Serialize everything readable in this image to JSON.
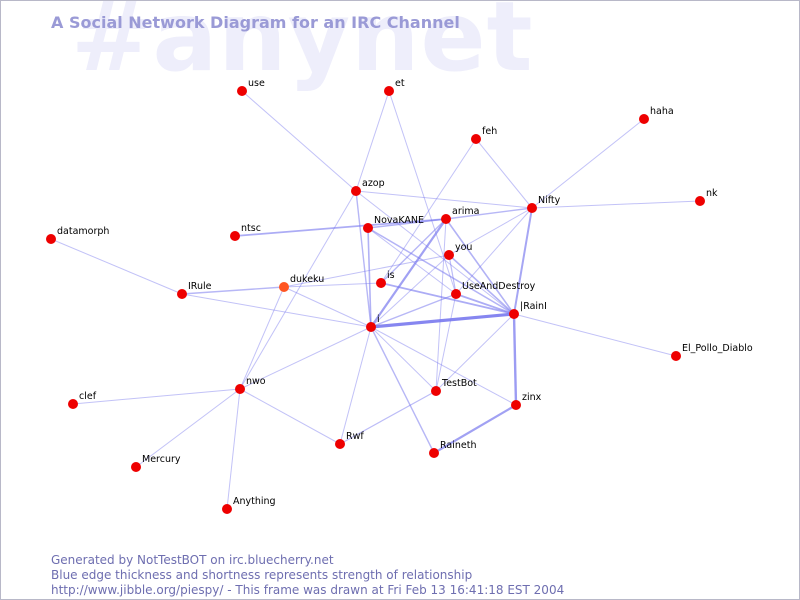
{
  "watermark": "#anynet",
  "title": "A Social Network Diagram for an IRC Channel",
  "footer": {
    "line1": "Generated by NotTestBOT on irc.bluecherry.net",
    "line2": "Blue edge thickness and shortness represents strength of relationship",
    "line3": "http://www.jibble.org/piespy/ - This frame was drawn at Fri Feb 13 16:41:18 EST 2004"
  },
  "colors": {
    "node": "#ee0000",
    "node_highlight": "#ff5522",
    "edge": "#7777ee",
    "title": "#9a9ad6",
    "footer": "#6e6eb0"
  },
  "graph": {
    "nodes": [
      {
        "id": "use",
        "label": "use"
      },
      {
        "id": "et",
        "label": "et"
      },
      {
        "id": "haha",
        "label": "haha"
      },
      {
        "id": "feh",
        "label": "feh"
      },
      {
        "id": "nk",
        "label": "nk"
      },
      {
        "id": "azop",
        "label": "azop"
      },
      {
        "id": "Nifty",
        "label": "Nifty"
      },
      {
        "id": "NovaKANE",
        "label": "NovaKANE"
      },
      {
        "id": "arima",
        "label": "arima"
      },
      {
        "id": "datamorph",
        "label": "datamorph"
      },
      {
        "id": "ntsc",
        "label": "ntsc"
      },
      {
        "id": "you",
        "label": "you"
      },
      {
        "id": "IRule",
        "label": "IRule"
      },
      {
        "id": "dukeku",
        "label": "dukeku",
        "highlight": true
      },
      {
        "id": "is",
        "label": "is"
      },
      {
        "id": "UseAndDestroy",
        "label": "UseAndDestroy"
      },
      {
        "id": "IRainI",
        "label": "|RainI"
      },
      {
        "id": "i",
        "label": "i"
      },
      {
        "id": "El_Pollo_Diablo",
        "label": "El_Pollo_Diablo"
      },
      {
        "id": "nwo",
        "label": "nwo"
      },
      {
        "id": "clef",
        "label": "clef"
      },
      {
        "id": "TestBot",
        "label": "TestBot"
      },
      {
        "id": "zinx",
        "label": "zinx"
      },
      {
        "id": "Rwf",
        "label": "Rwf"
      },
      {
        "id": "Raineth",
        "label": "Raineth"
      },
      {
        "id": "Mercury",
        "label": "Mercury"
      },
      {
        "id": "Anything",
        "label": "Anything"
      }
    ],
    "edges": [
      {
        "source": "use",
        "target": "azop",
        "weight": 1
      },
      {
        "source": "et",
        "target": "azop",
        "weight": 1
      },
      {
        "source": "et",
        "target": "UseAndDestroy",
        "weight": 1
      },
      {
        "source": "haha",
        "target": "Nifty",
        "weight": 1
      },
      {
        "source": "feh",
        "target": "Nifty",
        "weight": 1
      },
      {
        "source": "feh",
        "target": "is",
        "weight": 1
      },
      {
        "source": "nk",
        "target": "Nifty",
        "weight": 1
      },
      {
        "source": "azop",
        "target": "Nifty",
        "weight": 1
      },
      {
        "source": "azop",
        "target": "i",
        "weight": 1.4
      },
      {
        "source": "azop",
        "target": "nwo",
        "weight": 1
      },
      {
        "source": "azop",
        "target": "IRainI",
        "weight": 1
      },
      {
        "source": "NovaKANE",
        "target": "arima",
        "weight": 1.5
      },
      {
        "source": "NovaKANE",
        "target": "i",
        "weight": 1.6
      },
      {
        "source": "NovaKANE",
        "target": "IRainI",
        "weight": 1.5
      },
      {
        "source": "NovaKANE",
        "target": "UseAndDestroy",
        "weight": 1
      },
      {
        "source": "ntsc",
        "target": "arima",
        "weight": 1.8
      },
      {
        "source": "arima",
        "target": "Nifty",
        "weight": 1.4
      },
      {
        "source": "arima",
        "target": "i",
        "weight": 2.2
      },
      {
        "source": "arima",
        "target": "is",
        "weight": 1.4
      },
      {
        "source": "arima",
        "target": "IRainI",
        "weight": 1.6
      },
      {
        "source": "arima",
        "target": "TestBot",
        "weight": 1
      },
      {
        "source": "Nifty",
        "target": "IRainI",
        "weight": 2
      },
      {
        "source": "Nifty",
        "target": "you",
        "weight": 1
      },
      {
        "source": "Nifty",
        "target": "UseAndDestroy",
        "weight": 1
      },
      {
        "source": "datamorph",
        "target": "IRule",
        "weight": 1
      },
      {
        "source": "IRule",
        "target": "dukeku",
        "weight": 1.4
      },
      {
        "source": "IRule",
        "target": "i",
        "weight": 1
      },
      {
        "source": "dukeku",
        "target": "is",
        "weight": 1
      },
      {
        "source": "dukeku",
        "target": "you",
        "weight": 1
      },
      {
        "source": "dukeku",
        "target": "nwo",
        "weight": 1
      },
      {
        "source": "dukeku",
        "target": "i",
        "weight": 1
      },
      {
        "source": "you",
        "target": "UseAndDestroy",
        "weight": 1.2
      },
      {
        "source": "you",
        "target": "IRainI",
        "weight": 1.6
      },
      {
        "source": "you",
        "target": "i",
        "weight": 1
      },
      {
        "source": "is",
        "target": "IRainI",
        "weight": 1.8
      },
      {
        "source": "UseAndDestroy",
        "target": "IRainI",
        "weight": 1.8
      },
      {
        "source": "UseAndDestroy",
        "target": "TestBot",
        "weight": 1
      },
      {
        "source": "i",
        "target": "IRainI",
        "weight": 3.2
      },
      {
        "source": "i",
        "target": "UseAndDestroy",
        "weight": 1.4
      },
      {
        "source": "i",
        "target": "TestBot",
        "weight": 1
      },
      {
        "source": "i",
        "target": "Raineth",
        "weight": 1.4
      },
      {
        "source": "i",
        "target": "Rwf",
        "weight": 1
      },
      {
        "source": "i",
        "target": "nwo",
        "weight": 1
      },
      {
        "source": "i",
        "target": "zinx",
        "weight": 1
      },
      {
        "source": "IRainI",
        "target": "El_Pollo_Diablo",
        "weight": 1
      },
      {
        "source": "IRainI",
        "target": "zinx",
        "weight": 2.4
      },
      {
        "source": "IRainI",
        "target": "TestBot",
        "weight": 1
      },
      {
        "source": "zinx",
        "target": "Raineth",
        "weight": 2.2
      },
      {
        "source": "TestBot",
        "target": "Rwf",
        "weight": 1.2
      },
      {
        "source": "nwo",
        "target": "clef",
        "weight": 1
      },
      {
        "source": "nwo",
        "target": "Rwf",
        "weight": 1
      },
      {
        "source": "nwo",
        "target": "Mercury",
        "weight": 1
      },
      {
        "source": "nwo",
        "target": "Anything",
        "weight": 1
      }
    ]
  }
}
